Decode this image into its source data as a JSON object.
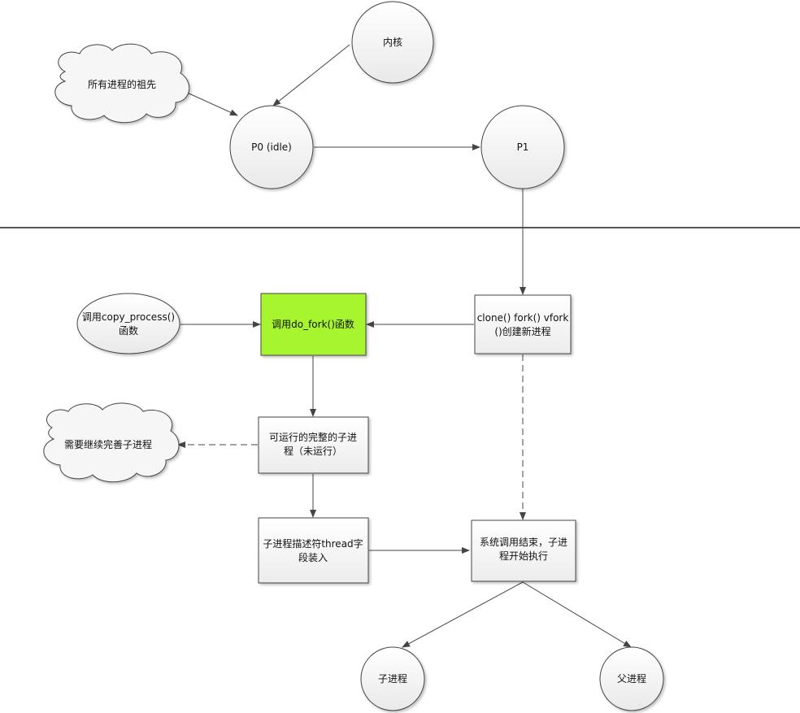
{
  "nodes": {
    "kernel": "内核",
    "ancestor": "所有进程的祖先",
    "p0": "P0 (idle)",
    "p1": "P1",
    "copy_process": [
      "调用copy_process()",
      "函数"
    ],
    "do_fork": "调用do_fork()函数",
    "clone": [
      "clone()  fork()  vfork",
      "()创建新进程"
    ],
    "runnable": [
      "可运行的完整的子进",
      "程（未运行）"
    ],
    "needs_completion": "需要继续完善子进程",
    "thread_desc": [
      "子进程描述符thread字",
      "段装入"
    ],
    "syscall_end": [
      "系统调用结束，子进",
      "程开始执行"
    ],
    "child": "子进程",
    "parent": "父进程"
  },
  "colors": {
    "line": "#444444",
    "node_border": "#444444",
    "box_fill": "#f2f2f2",
    "highlight_fill": "#a6f52e",
    "ellipse_fill": "#f0f0f0",
    "circle_fill": "#f3f3f3",
    "separator": "#555555"
  }
}
